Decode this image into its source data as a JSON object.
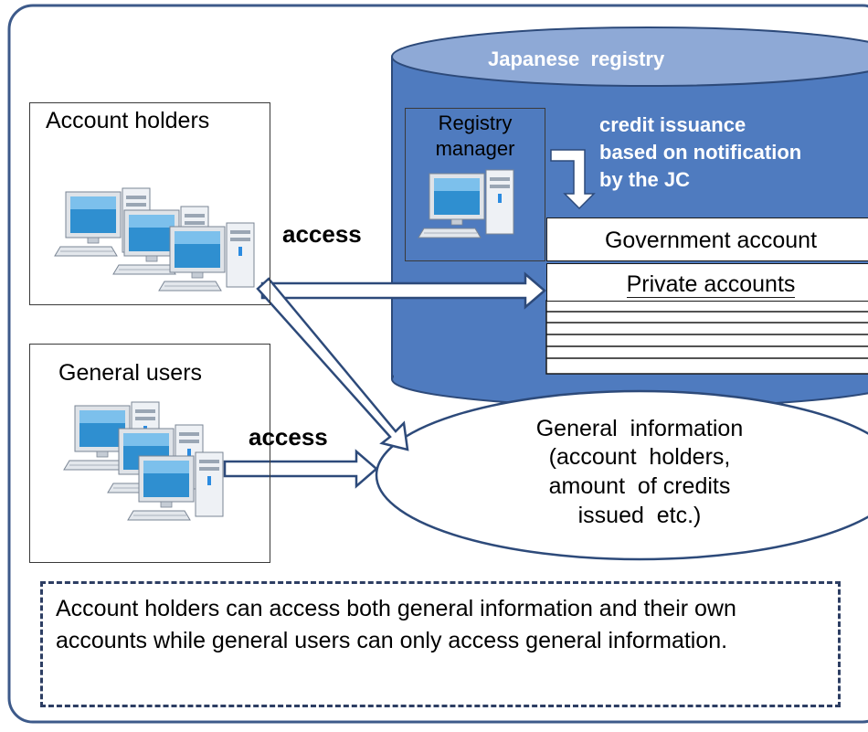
{
  "registry": {
    "title": "Japanese  registry",
    "manager_label": [
      "Registry",
      "manager"
    ],
    "issuance_note": [
      "credit issuance",
      "based on notification",
      "by the JC"
    ],
    "government_account": "Government account",
    "private_accounts": "Private accounts"
  },
  "account_holders": {
    "title": "Account holders",
    "access_label": "access"
  },
  "general_users": {
    "title": "General users",
    "access_label": "access"
  },
  "general_info": {
    "lines": [
      "General  information",
      "(account  holders,",
      "amount  of credits",
      "issued  etc.)"
    ]
  },
  "note": {
    "text": "Account holders can access both general information and their own accounts while general users can only access general information."
  },
  "colors": {
    "registry_fill": "#4f7bbf",
    "registry_top": "#8ea9d6",
    "border": "#2d4a7a",
    "frame": "#3d5a8a",
    "screen": "#2f8fd0"
  }
}
